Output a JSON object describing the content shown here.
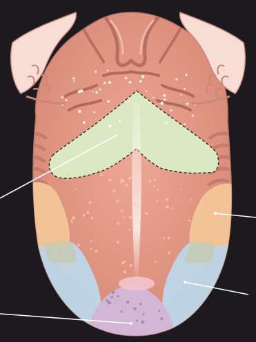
{
  "figure": {
    "subject": "tongue-taste-regions",
    "colors": {
      "background": "#1c1a1e",
      "tongue": "#e69a88",
      "tongue_shadow": "#b86e60",
      "tonsil": "#f7ddd6",
      "bitter_region": "#dbe8c4",
      "sour_region": "#f4c898",
      "salty_region": "#bcd7ea",
      "sweet_region": "#d3b6d6",
      "tip_highlight": "#f2c4cf",
      "pointer_line": "#ffffff"
    },
    "regions": [
      {
        "name": "back-region",
        "color_key": "bitter_region"
      },
      {
        "name": "side-region-left",
        "color_key": "sour_region"
      },
      {
        "name": "side-region-right",
        "color_key": "sour_region"
      },
      {
        "name": "front-side-region-left",
        "color_key": "salty_region"
      },
      {
        "name": "front-side-region-right",
        "color_key": "salty_region"
      },
      {
        "name": "tip-region",
        "color_key": "sweet_region"
      }
    ],
    "pointers": 4
  }
}
